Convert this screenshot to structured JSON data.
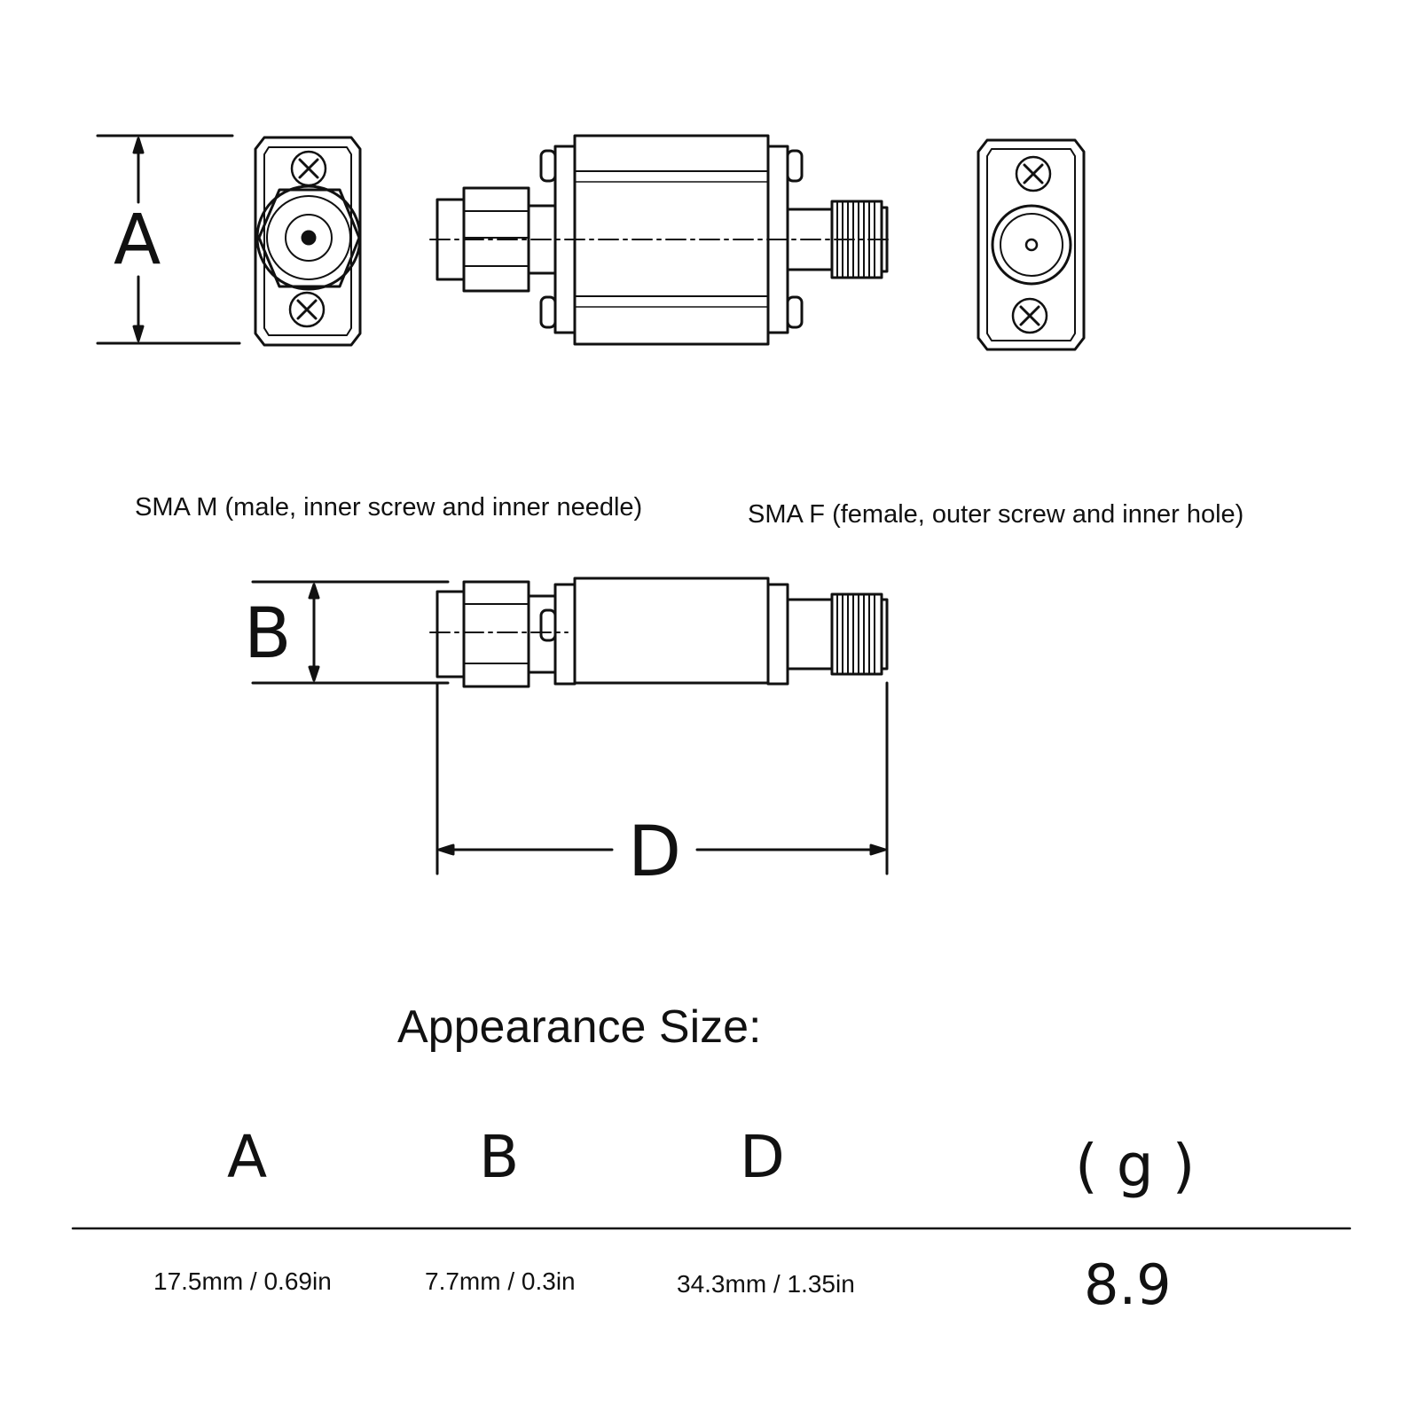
{
  "dimension_letters": {
    "a": "A",
    "b": "B",
    "d": "D"
  },
  "captions": {
    "male": "SMA M (male, inner screw and inner needle)",
    "female": "SMA F (female, outer screw and inner hole)"
  },
  "section_title": "Appearance Size:",
  "table": {
    "headers": [
      "A",
      "B",
      "D",
      "( g )"
    ],
    "values": [
      "17.5mm / 0.69in",
      "7.7mm / 0.3in",
      "34.3mm / 1.35in",
      "8.9"
    ]
  },
  "colors": {
    "line": "#111111",
    "body_fill": "#ffffff"
  }
}
